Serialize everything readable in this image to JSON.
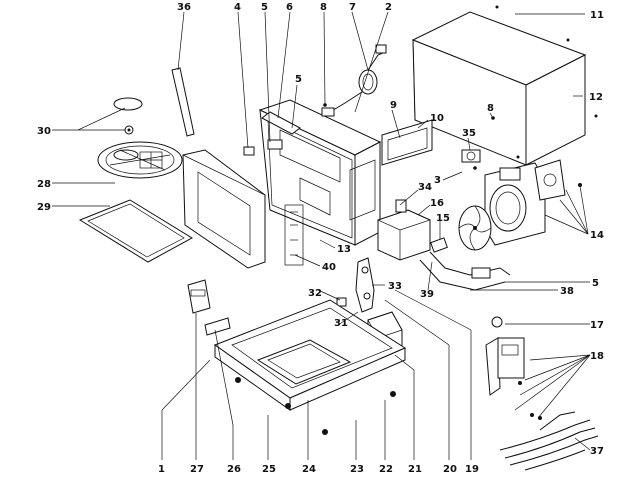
{
  "labels": {
    "p1": "1",
    "p2": "2",
    "p3": "3",
    "p4": "4",
    "p5": "5",
    "p5b": "5",
    "p5c": "5",
    "p6": "6",
    "p7": "7",
    "p8": "8",
    "p8b": "8",
    "p9": "9",
    "p10": "10",
    "p11": "11",
    "p12": "12",
    "p13": "13",
    "p14": "14",
    "p15": "15",
    "p16": "16",
    "p17": "17",
    "p18": "18",
    "p19": "19",
    "p20": "20",
    "p21": "21",
    "p22": "22",
    "p23": "23",
    "p24": "24",
    "p25": "25",
    "p26": "26",
    "p27": "27",
    "p28": "28",
    "p29": "29",
    "p30": "30",
    "p31": "31",
    "p32": "32",
    "p33": "33",
    "p34": "34",
    "p35": "35",
    "p36": "36",
    "p37": "37",
    "p38": "38",
    "p39": "39",
    "p40": "40"
  }
}
